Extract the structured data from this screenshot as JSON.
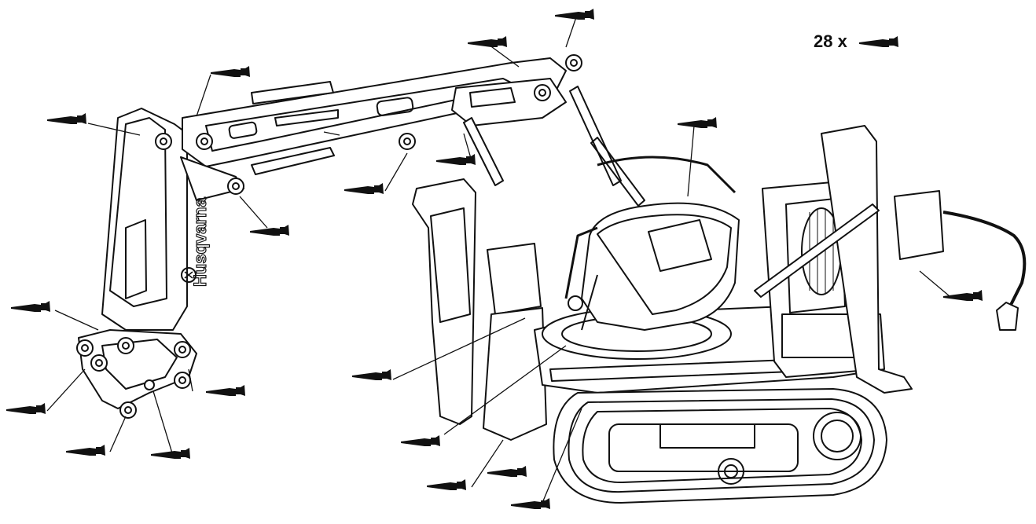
{
  "diagram": {
    "quantity_label": "28 x",
    "icons": {
      "callout": "grease-gun-icon",
      "brand_logo": "husqvarna-logo"
    },
    "brand_text": "Husqvarna",
    "colors": {
      "line": "#111111",
      "background": "#ffffff",
      "fill_dark": "#111111"
    }
  }
}
